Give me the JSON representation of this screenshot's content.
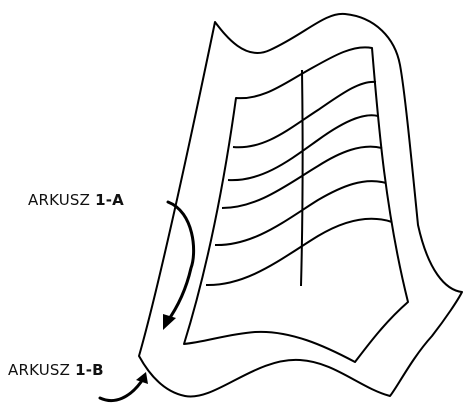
{
  "labels": {
    "sheet_a": {
      "prefix": "ARKUSZ",
      "code": "1-A"
    },
    "sheet_b": {
      "prefix": "ARKUSZ",
      "code": "1-B"
    }
  },
  "colors": {
    "stroke": "#000000",
    "paper": "#ffffff",
    "text": "#111111"
  }
}
